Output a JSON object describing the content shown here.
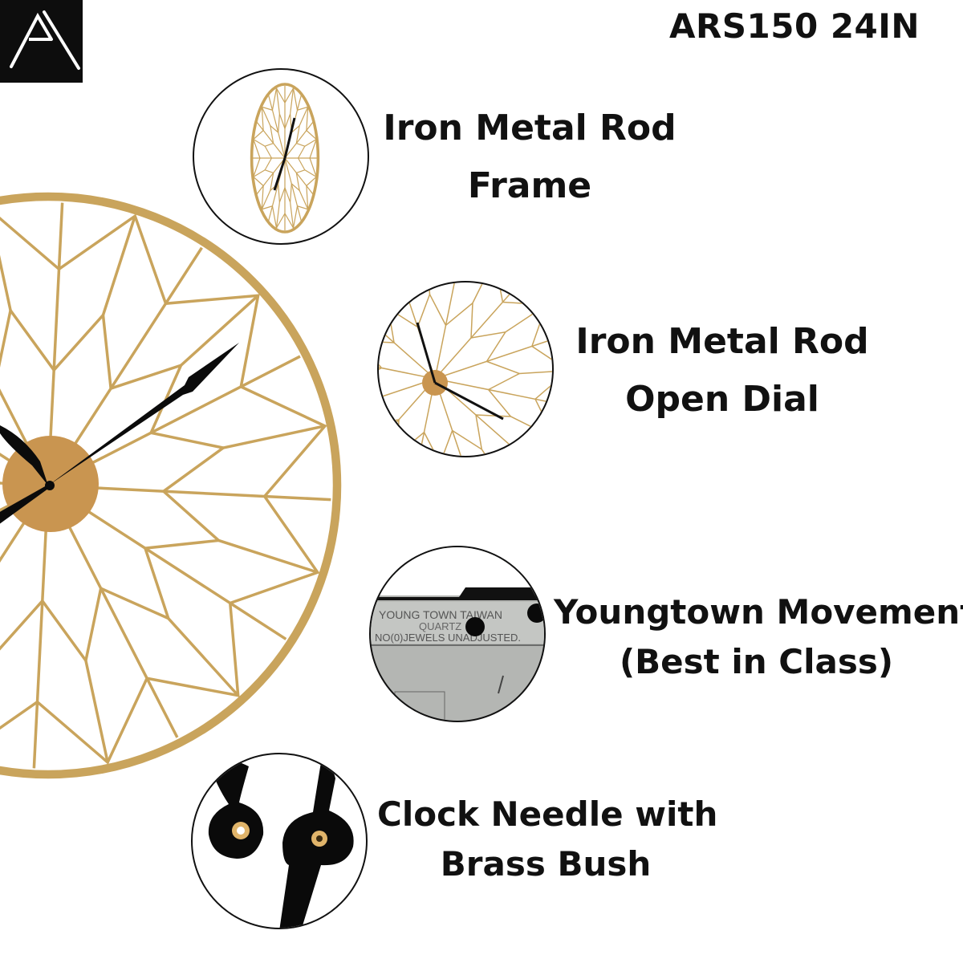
{
  "brand": {
    "logo_letter": "A",
    "logo_icon": "a-monogram-logo"
  },
  "model": "ARS150 24IN",
  "colors": {
    "gold": "#c9a45c",
    "dial_center": "#c99550",
    "hands": "#0b0b0b",
    "logo_bg": "#0d0d0d",
    "movement_gray": "#b4b6b3"
  },
  "features": [
    {
      "lines": [
        "Iron Metal Rod",
        "Frame"
      ],
      "image": "clock-side-view"
    },
    {
      "lines": [
        "Iron Metal Rod",
        "Open Dial"
      ],
      "image": "open-dial-closeup"
    },
    {
      "lines": [
        "Youngtown Movement",
        "(Best in Class)"
      ],
      "image": "movement-closeup",
      "imprint": [
        "YOUNG TOWN TAIWAN",
        "QUARTZ",
        "NO(0)JEWELS UNADJUSTED."
      ]
    },
    {
      "lines": [
        "Clock Needle with",
        "Brass Bush"
      ],
      "image": "clock-hands-brass-bush"
    }
  ]
}
